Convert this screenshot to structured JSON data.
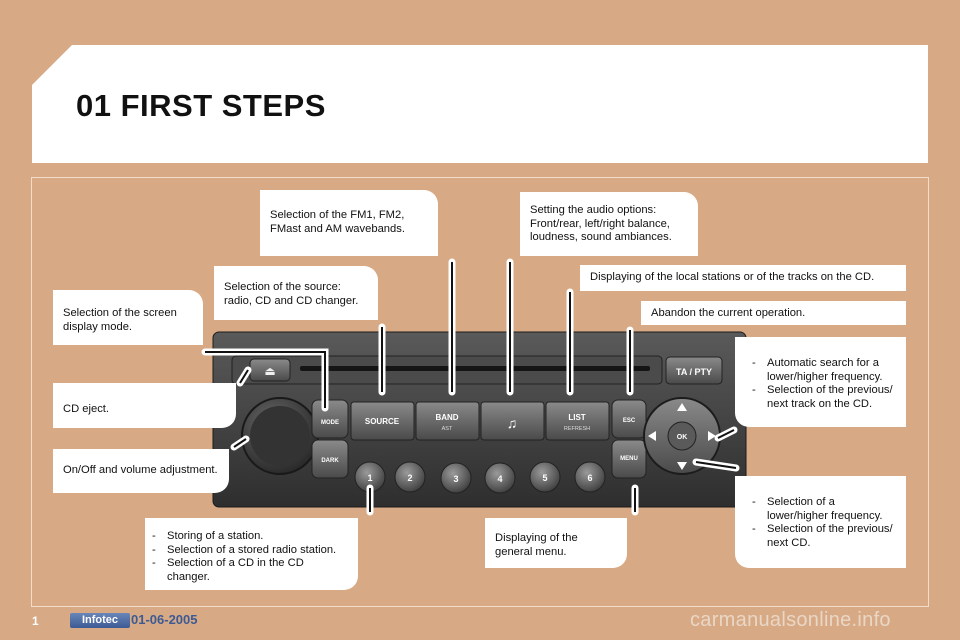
{
  "header": {
    "title": "01 FIRST STEPS"
  },
  "callouts": {
    "band": "Selection of the FM1, FM2, FMast and AM wavebands.",
    "audio": "Setting the audio options: Front/rear, left/right balance, loudness, sound ambiances.",
    "source": "Selection of the source: radio, CD and CD changer.",
    "list": "Displaying of the local stations or of the tracks on the CD.",
    "mode": "Selection of the screen display mode.",
    "esc": "Abandon the current operation.",
    "eject": "CD eject.",
    "onoff": "On/Off and volume adjustment.",
    "menu": "Displaying of the general menu.",
    "arrows_lr": [
      "Automatic search for a lower/higher frequency.",
      "Selection of the previous/ next track on the CD."
    ],
    "arrows_ud": [
      "Selection of a lower/higher frequency.",
      "Selection of the previous/ next CD."
    ],
    "presets": [
      "Storing of a station.",
      "Selection of a stored radio station.",
      "Selection of a CD in the CD changer."
    ]
  },
  "radio": {
    "ta_pty": "TA / PTY",
    "mode": "MODE",
    "dark": "DARK",
    "source": "SOURCE",
    "band": "BAND",
    "band_sub": "AST",
    "music_note": "♫",
    "list": "LIST",
    "list_sub": "REFRESH",
    "esc": "ESC",
    "menu": "MENU",
    "ok": "OK",
    "eject_symbol": "⏏",
    "presets": [
      "1",
      "2",
      "3",
      "4",
      "5",
      "6"
    ]
  },
  "footer": {
    "page": "1",
    "logo": "Infotec",
    "date": "01-06-2005",
    "watermark": "carmanualsonline.info"
  }
}
